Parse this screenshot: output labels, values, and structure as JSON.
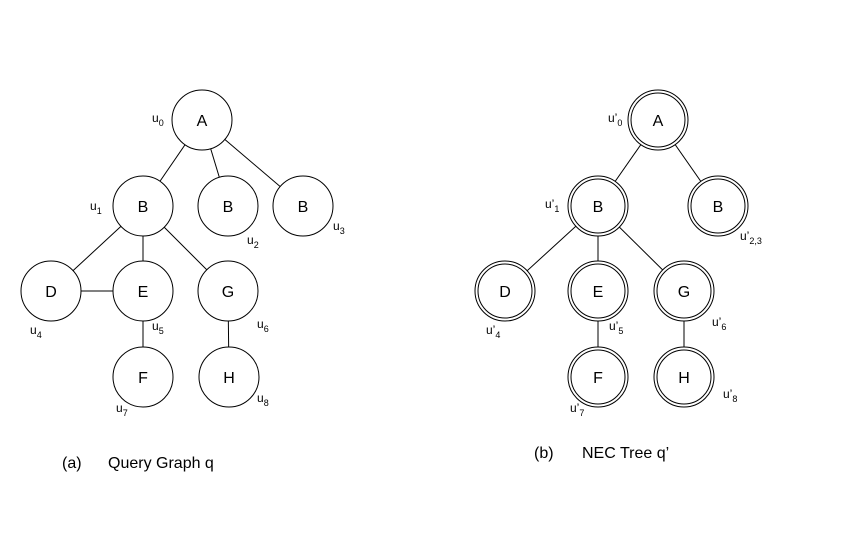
{
  "graph_a": {
    "caption_marker": "(a)",
    "caption_text": "Query Graph q",
    "nodes": [
      {
        "id": "u0",
        "label": "A",
        "base": "u",
        "sub": "0"
      },
      {
        "id": "u1",
        "label": "B",
        "base": "u",
        "sub": "1"
      },
      {
        "id": "u2",
        "label": "B",
        "base": "u",
        "sub": "2"
      },
      {
        "id": "u3",
        "label": "B",
        "base": "u",
        "sub": "3"
      },
      {
        "id": "u4",
        "label": "D",
        "base": "u",
        "sub": "4"
      },
      {
        "id": "u5",
        "label": "E",
        "base": "u",
        "sub": "5"
      },
      {
        "id": "u6",
        "label": "G",
        "base": "u",
        "sub": "6"
      },
      {
        "id": "u7",
        "label": "F",
        "base": "u",
        "sub": "7"
      },
      {
        "id": "u8",
        "label": "H",
        "base": "u",
        "sub": "8"
      }
    ],
    "edges": [
      [
        "u0",
        "u1"
      ],
      [
        "u0",
        "u2"
      ],
      [
        "u0",
        "u3"
      ],
      [
        "u1",
        "u4"
      ],
      [
        "u1",
        "u5"
      ],
      [
        "u1",
        "u6"
      ],
      [
        "u4",
        "u5"
      ],
      [
        "u5",
        "u7"
      ],
      [
        "u6",
        "u8"
      ]
    ]
  },
  "graph_b": {
    "caption_marker": "(b)",
    "caption_text": "NEC Tree q’",
    "nodes": [
      {
        "id": "v0",
        "label": "A",
        "base": "u’",
        "sub": "0"
      },
      {
        "id": "v1",
        "label": "B",
        "base": "u’",
        "sub": "1"
      },
      {
        "id": "v23",
        "label": "B",
        "base": "u’",
        "sub": "2,3"
      },
      {
        "id": "v4",
        "label": "D",
        "base": "u’",
        "sub": "4"
      },
      {
        "id": "v5",
        "label": "E",
        "base": "u’",
        "sub": "5"
      },
      {
        "id": "v6",
        "label": "G",
        "base": "u’",
        "sub": "6"
      },
      {
        "id": "v7",
        "label": "F",
        "base": "u’",
        "sub": "7"
      },
      {
        "id": "v8",
        "label": "H",
        "base": "u’",
        "sub": "8"
      }
    ],
    "edges": [
      [
        "v0",
        "v1"
      ],
      [
        "v0",
        "v23"
      ],
      [
        "v1",
        "v4"
      ],
      [
        "v1",
        "v5"
      ],
      [
        "v1",
        "v6"
      ],
      [
        "v5",
        "v7"
      ],
      [
        "v6",
        "v8"
      ]
    ]
  }
}
